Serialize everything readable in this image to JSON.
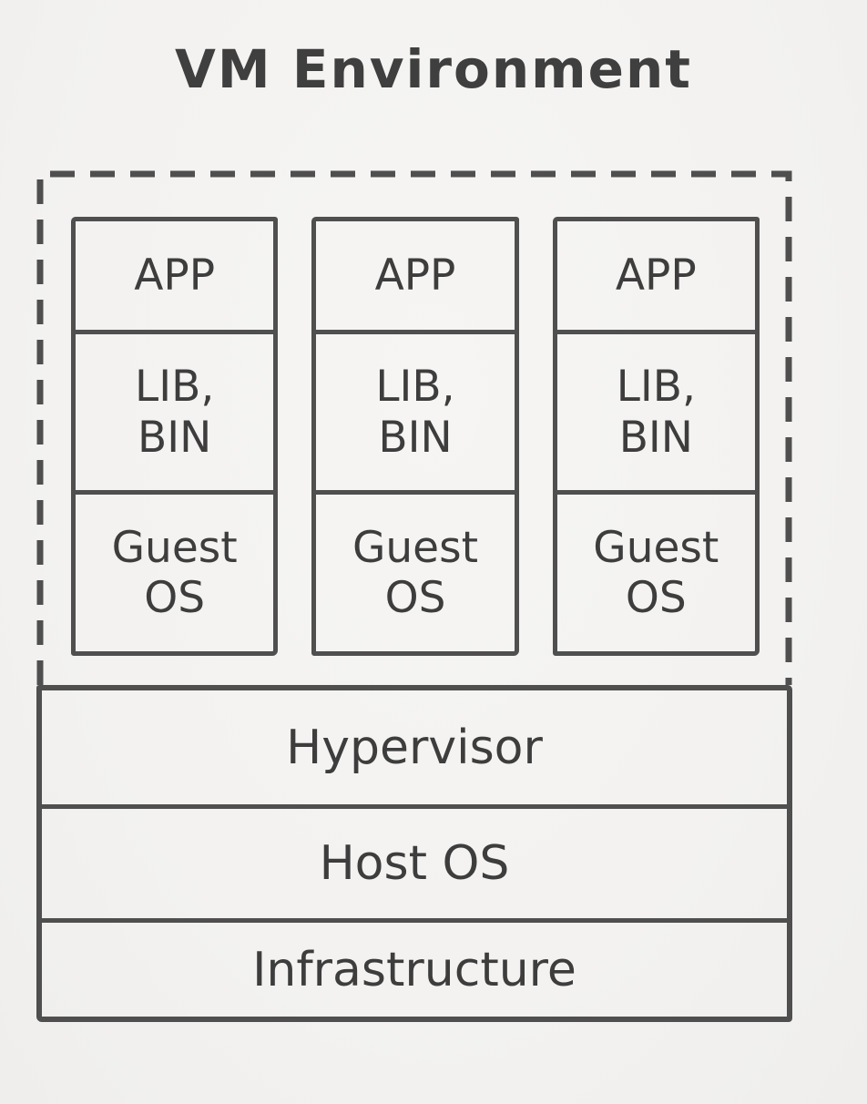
{
  "title": "VM Environment",
  "colors": {
    "paper": "#f4f3f1",
    "ink": "#4f4f4f",
    "text": "#3d3d3d"
  },
  "vm_group": {
    "vms": [
      {
        "app": "APP",
        "lib_bin": "LIB,\nBIN",
        "guest_os": "Guest\nOS"
      },
      {
        "app": "APP",
        "lib_bin": "LIB,\nBIN",
        "guest_os": "Guest\nOS"
      },
      {
        "app": "APP",
        "lib_bin": "LIB,\nBIN",
        "guest_os": "Guest\nOS"
      }
    ]
  },
  "stack": {
    "layers": [
      "Hypervisor",
      "Host OS",
      "Infrastructure"
    ]
  }
}
